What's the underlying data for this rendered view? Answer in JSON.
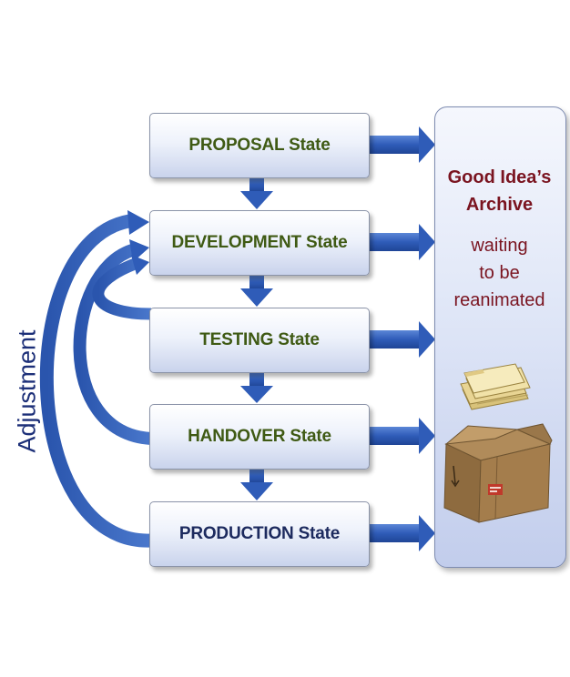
{
  "states": [
    {
      "label": "PROPOSAL State"
    },
    {
      "label": "DEVELOPMENT State"
    },
    {
      "label": "TESTING State"
    },
    {
      "label": "HANDOVER State"
    },
    {
      "label": "PRODUCTION State"
    }
  ],
  "archive": {
    "title_line1": "Good Idea’s",
    "title_line2": "Archive",
    "subtitle_line1": "waiting",
    "subtitle_line2": "to be",
    "subtitle_line3": "reanimated",
    "icons": [
      "folders-icon",
      "cardboard-box-icon"
    ]
  },
  "side_label": "Adjustment",
  "colors": {
    "arrow_blue": "#2f5cb8",
    "state_text_green": "#3f5a14",
    "production_text_navy": "#1c2a5e",
    "archive_text_red": "#7a1420",
    "adjustment_text": "#1c2f78"
  }
}
